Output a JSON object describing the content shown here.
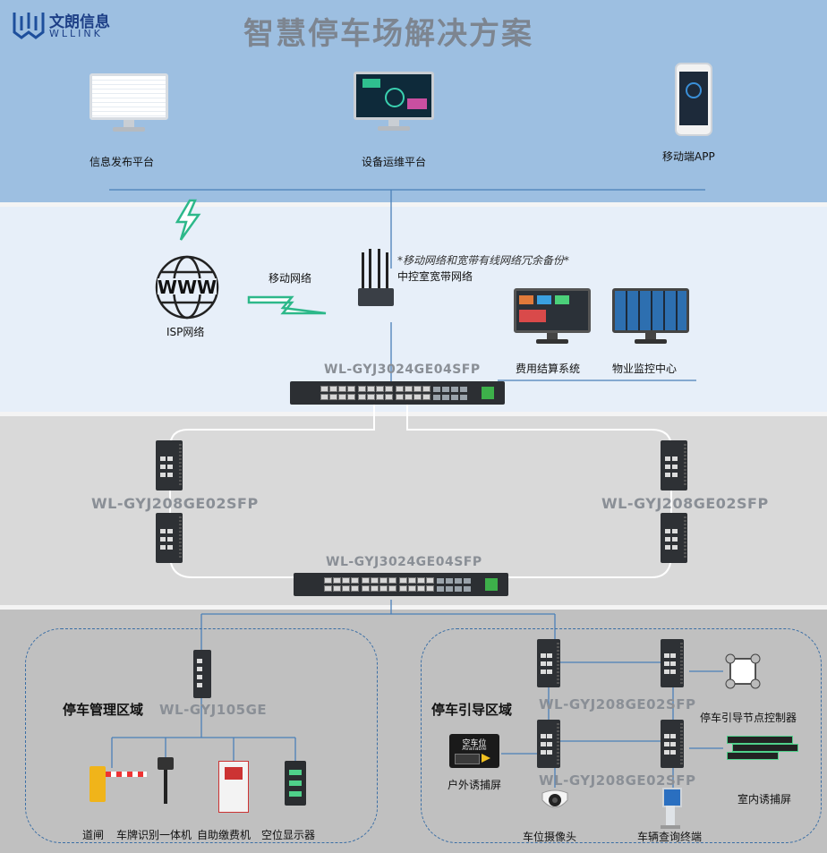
{
  "header": {
    "logo_cn": "文朗信息",
    "logo_en": "WLLINK",
    "title": "智慧停车场解决方案"
  },
  "platforms": {
    "info_publish": "信息发布平台",
    "device_ops": "设备运维平台",
    "mobile_app": "移动端APP"
  },
  "network": {
    "isp": "ISP网络",
    "www": "WWW",
    "mobile_net": "移动网络",
    "backup_note": "*移动网络和宽带有线网络冗余备份*",
    "control_room": "中控室宽带网络",
    "billing": "费用结算系统",
    "property_monitor": "物业监控中心",
    "core_switch_model": "WL-GYJ3024GE04SFP"
  },
  "ring": {
    "left_model": "WL-GYJ208GE02SFP",
    "right_model": "WL-GYJ208GE02SFP",
    "bottom_switch_model": "WL-GYJ3024GE04SFP"
  },
  "management_zone": {
    "title": "停车管理区域",
    "switch_model": "WL-GYJ105GE",
    "devices": [
      "道闸",
      "车牌识别一体机",
      "自助缴费机",
      "空位显示器"
    ]
  },
  "guidance_zone": {
    "title": "停车引导区域",
    "switch_model_top": "WL-GYJ208GE02SFP",
    "switch_model_bottom": "WL-GYJ208GE02SFP",
    "node_controller": "停车引导节点控制器",
    "outdoor_screen": "户外诱捕屏",
    "outdoor_screen_text": "空车位",
    "outdoor_screen_sub": "Available",
    "indoor_screen": "室内诱捕屏",
    "camera": "车位摄像头",
    "query_terminal": "车辆查询终端"
  }
}
